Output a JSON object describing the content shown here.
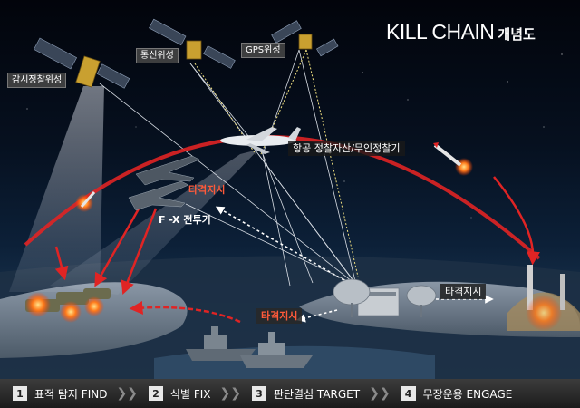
{
  "title": {
    "en": "KILL CHAIN",
    "ko": "개념도"
  },
  "labels": {
    "recon_satellite": "감시정찰위성",
    "comm_satellite": "통신위성",
    "gps_satellite": "GPS위성",
    "aircraft": "항공 정찰자산/무인정찰기",
    "fighter": "F -X 전투기",
    "strike_order": "타격지시"
  },
  "steps": [
    {
      "num": "1",
      "label": "표적 탐지 FIND"
    },
    {
      "num": "2",
      "label": "식별 FIX"
    },
    {
      "num": "3",
      "label": "판단결심 TARGET"
    },
    {
      "num": "4",
      "label": "무장운용 ENGAGE"
    }
  ],
  "colors": {
    "arc": "#e02424",
    "label_red": "#ff5a3a",
    "step_bar": "#2a2a2a"
  }
}
